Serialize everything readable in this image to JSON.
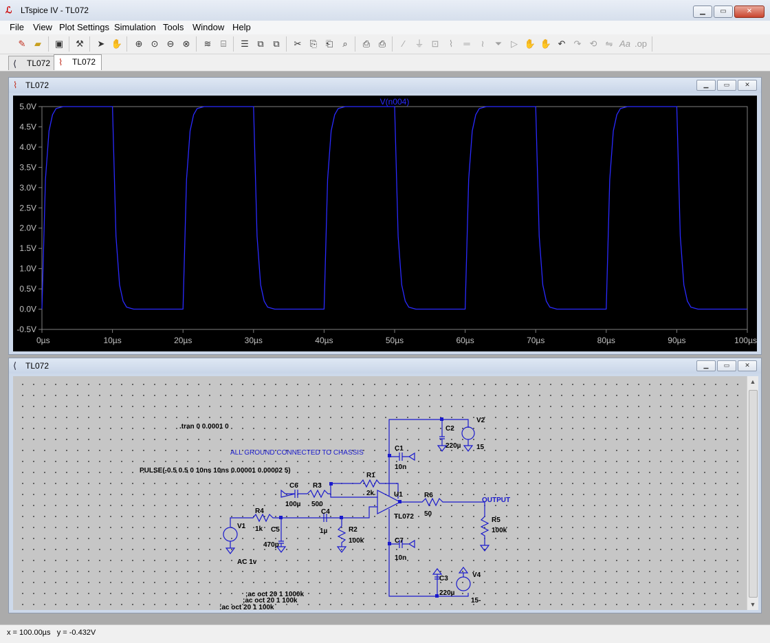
{
  "window": {
    "title": "LTspice IV - TL072"
  },
  "menu": [
    "File",
    "View",
    "Plot Settings",
    "Simulation",
    "Tools",
    "Window",
    "Help"
  ],
  "tabs": [
    {
      "label": "TL072",
      "icon": "schematic-icon"
    },
    {
      "label": "TL072",
      "icon": "waveform-icon"
    }
  ],
  "plot_window": {
    "title": "TL072"
  },
  "schematic_window": {
    "title": "TL072"
  },
  "chart_data": {
    "type": "line",
    "title": "V(n004)",
    "series": [
      {
        "name": "V(n004)",
        "color": "#2a2aff",
        "x": [
          0,
          0.5,
          1,
          1.5,
          2,
          3,
          10,
          10.5,
          11,
          11.5,
          12,
          13,
          20,
          20.5,
          21,
          21.5,
          22,
          23,
          30,
          30.5,
          31,
          31.5,
          32,
          33,
          40,
          40.5,
          41,
          41.5,
          42,
          43,
          50,
          50.5,
          51,
          51.5,
          52,
          53,
          60,
          60.5,
          61,
          61.5,
          62,
          63,
          70,
          70.5,
          71,
          71.5,
          72,
          73,
          80,
          80.5,
          81,
          81.5,
          82,
          83,
          90,
          90.5,
          91,
          91.5,
          92,
          93,
          100
        ],
        "y": [
          0,
          3.2,
          4.4,
          4.8,
          4.95,
          5,
          5,
          1.8,
          0.6,
          0.2,
          0.05,
          0,
          0,
          3.2,
          4.4,
          4.8,
          4.95,
          5,
          5,
          1.8,
          0.6,
          0.2,
          0.05,
          0,
          0,
          3.2,
          4.4,
          4.8,
          4.95,
          5,
          5,
          1.8,
          0.6,
          0.2,
          0.05,
          0,
          0,
          3.2,
          4.4,
          4.8,
          4.95,
          5,
          5,
          1.8,
          0.6,
          0.2,
          0.05,
          0,
          0,
          3.2,
          4.4,
          4.8,
          4.95,
          5,
          5,
          1.8,
          0.6,
          0.2,
          0.05,
          0,
          0
        ]
      }
    ],
    "xticks": [
      "0µs",
      "10µs",
      "20µs",
      "30µs",
      "40µs",
      "50µs",
      "60µs",
      "70µs",
      "80µs",
      "90µs",
      "100µs"
    ],
    "yticks": [
      "5.0V",
      "4.5V",
      "4.0V",
      "3.5V",
      "3.0V",
      "2.5V",
      "2.0V",
      "1.5V",
      "1.0V",
      "0.5V",
      "0.0V",
      "-0.5V"
    ],
    "xlim": [
      0,
      100
    ],
    "ylim": [
      -0.5,
      5.0
    ],
    "background": "#000000",
    "axis_color": "#808080"
  },
  "schematic": {
    "directive_tran": ".tran 0 0.0001 0",
    "note_ground": "ALL GROUND CONNECTED TO CHASSIS",
    "pulse": "PULSE(-0.5 0.5 0 10ns 10ns 0.00001 0.00002 5)",
    "ac1": ";ac oct 20 1 1000k",
    "ac2": ";ac oct 20 1 100k",
    "ac3": ";ac oct 20 1 100k",
    "output_label": "OUTPUT",
    "components": {
      "V2": "V2",
      "V2v": "15",
      "C2": "C2",
      "C2v": "220µ",
      "C1": "C1",
      "C1v": "10n",
      "R1": "R1",
      "R1v": "2k",
      "U1": "U1",
      "U1v": "TL072",
      "C6": "C6",
      "C6v": "100µ",
      "R3": "R3",
      "R3v": "500",
      "R6": "R6",
      "R6v": "50",
      "R4": "R4",
      "R4v": "1k",
      "V1": "V1",
      "V1v": "AC 1v",
      "C5": "C5",
      "C5v": "470p",
      "C4": "C4",
      "C4v": "1µ",
      "R2": "R2",
      "R2v": "100k",
      "R5": "R5",
      "R5v": "100k",
      "C7": "C7",
      "C7v": "10n",
      "C3": "C3",
      "C3v": "220µ",
      "V4": "V4",
      "V4v": "15-"
    }
  },
  "status": {
    "x": "x = 100.00µs",
    "y": "y = -0.432V"
  }
}
